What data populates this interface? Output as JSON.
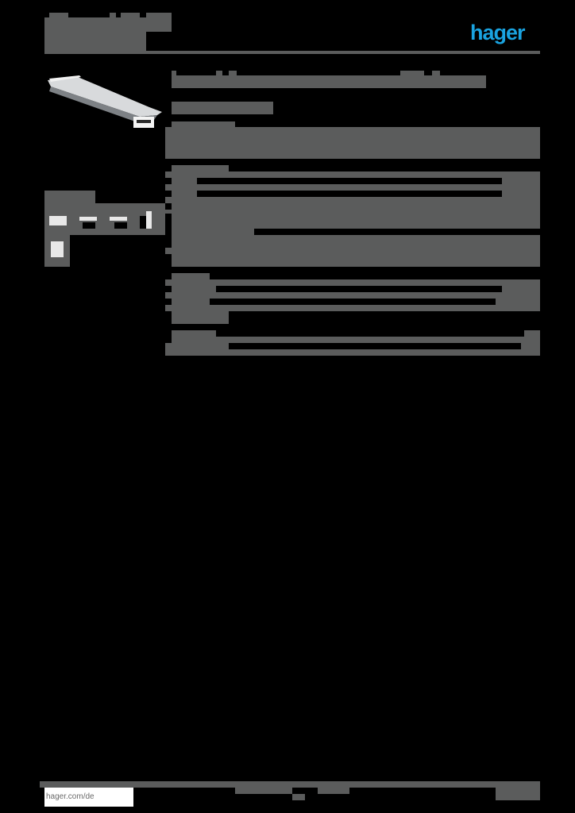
{
  "header": {
    "title_line1": "",
    "title_line2": "",
    "title_line3": "",
    "logo_text": "hager",
    "logo_color": "#1aa3e0"
  },
  "product": {
    "image_alt": "cover profile product image",
    "title": "",
    "subtitle": "",
    "description_heading": "",
    "description_text": ""
  },
  "sidebar": {
    "views_heading": "",
    "thumbnails": [
      "view-1",
      "view-2",
      "view-3",
      "view-4",
      "view-5"
    ]
  },
  "sections": [
    {
      "heading": "",
      "rows": [
        {
          "label": "",
          "value": ""
        },
        {
          "label": "",
          "value": ""
        },
        {
          "label": "",
          "value": ""
        },
        {
          "label": "",
          "value": ""
        }
      ]
    },
    {
      "heading": "",
      "rows": [
        {
          "label": "",
          "value": ""
        }
      ]
    },
    {
      "heading": "",
      "rows": [
        {
          "label": "",
          "value": ""
        },
        {
          "label": "",
          "value": ""
        },
        {
          "label": "",
          "value": ""
        }
      ]
    },
    {
      "heading": "",
      "rows": [
        {
          "label": "",
          "value": ""
        }
      ]
    }
  ],
  "footer": {
    "url": "hager.com/de",
    "center_text": "",
    "page_info": ""
  },
  "colors": {
    "redaction_gray": "#5b5c5c",
    "background": "#000000",
    "brand_blue": "#1aa3e0"
  }
}
